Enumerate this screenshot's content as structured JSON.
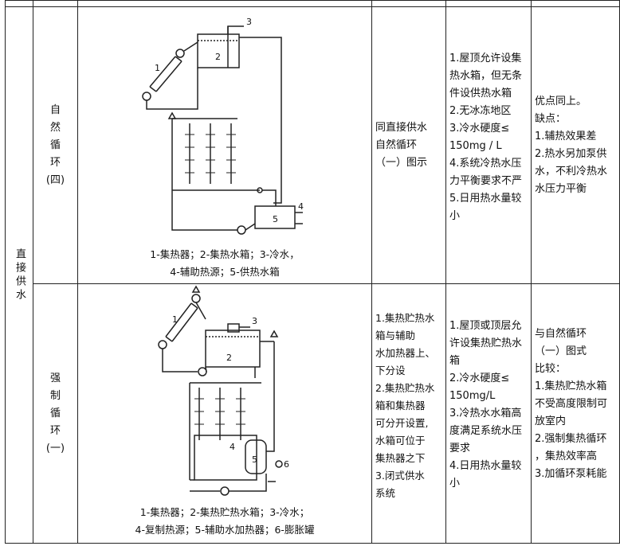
{
  "group_label": "直接供水",
  "rows": [
    {
      "label_lines": [
        "自",
        "然",
        "循",
        "环",
        "(四)"
      ],
      "caption_lines": [
        "1-集热器；2-集热水箱；3-冷水，",
        "4-辅助热源；5-供热水箱"
      ],
      "diagram_numbers": [
        "1",
        "2",
        "3",
        "4",
        "5"
      ],
      "col3": [
        "同直接供水",
        "自然循环",
        "（一）图示"
      ],
      "col4": [
        "1.屋顶允许设集",
        "热水箱，但无条",
        "件设供热水箱",
        "2.无冰冻地区",
        "3.冷水硬度≤",
        "150mg / L",
        "4.系统冷热水压",
        "力平衡要求不严",
        "5.日用热水量较",
        "小"
      ],
      "col5": [
        "优点同上。",
        "缺点：",
        "1.辅热效果差",
        "2.热水另加泵供",
        "水，不利冷热水",
        "水压力平衡"
      ]
    },
    {
      "label_lines": [
        "强",
        "制",
        "循",
        "环",
        "(一)"
      ],
      "caption_lines": [
        "1-集热器；2-集热贮热水箱；3-冷水；",
        "4-复制热源；5-辅助水加热器；6-膨胀罐"
      ],
      "diagram_numbers": [
        "1",
        "2",
        "3",
        "4",
        "5",
        "6"
      ],
      "col3": [
        "1.集热贮热水",
        "箱与辅助",
        "水加热器上、",
        "下分设",
        "2.集热贮热水",
        "箱和集热器",
        "可分开设置,",
        "水箱可位于",
        "集热器之下",
        "3.闭式供水",
        "系统"
      ],
      "col4": [
        "1.屋顶或顶层允",
        "许设集热贮热水",
        "箱",
        "2.冷水硬度≤",
        "150mg/L",
        "3.冷热水水箱高",
        "度满足系统水压",
        "要求",
        "4.日用热水量较",
        "小"
      ],
      "col5": [
        "与自然循环",
        "（一）图式",
        "比较：",
        "1.集热贮热水箱",
        "不受高度限制可",
        "放室内",
        "2.强制集热循环",
        "，集热效率高",
        "3.加循环泵耗能"
      ]
    }
  ]
}
